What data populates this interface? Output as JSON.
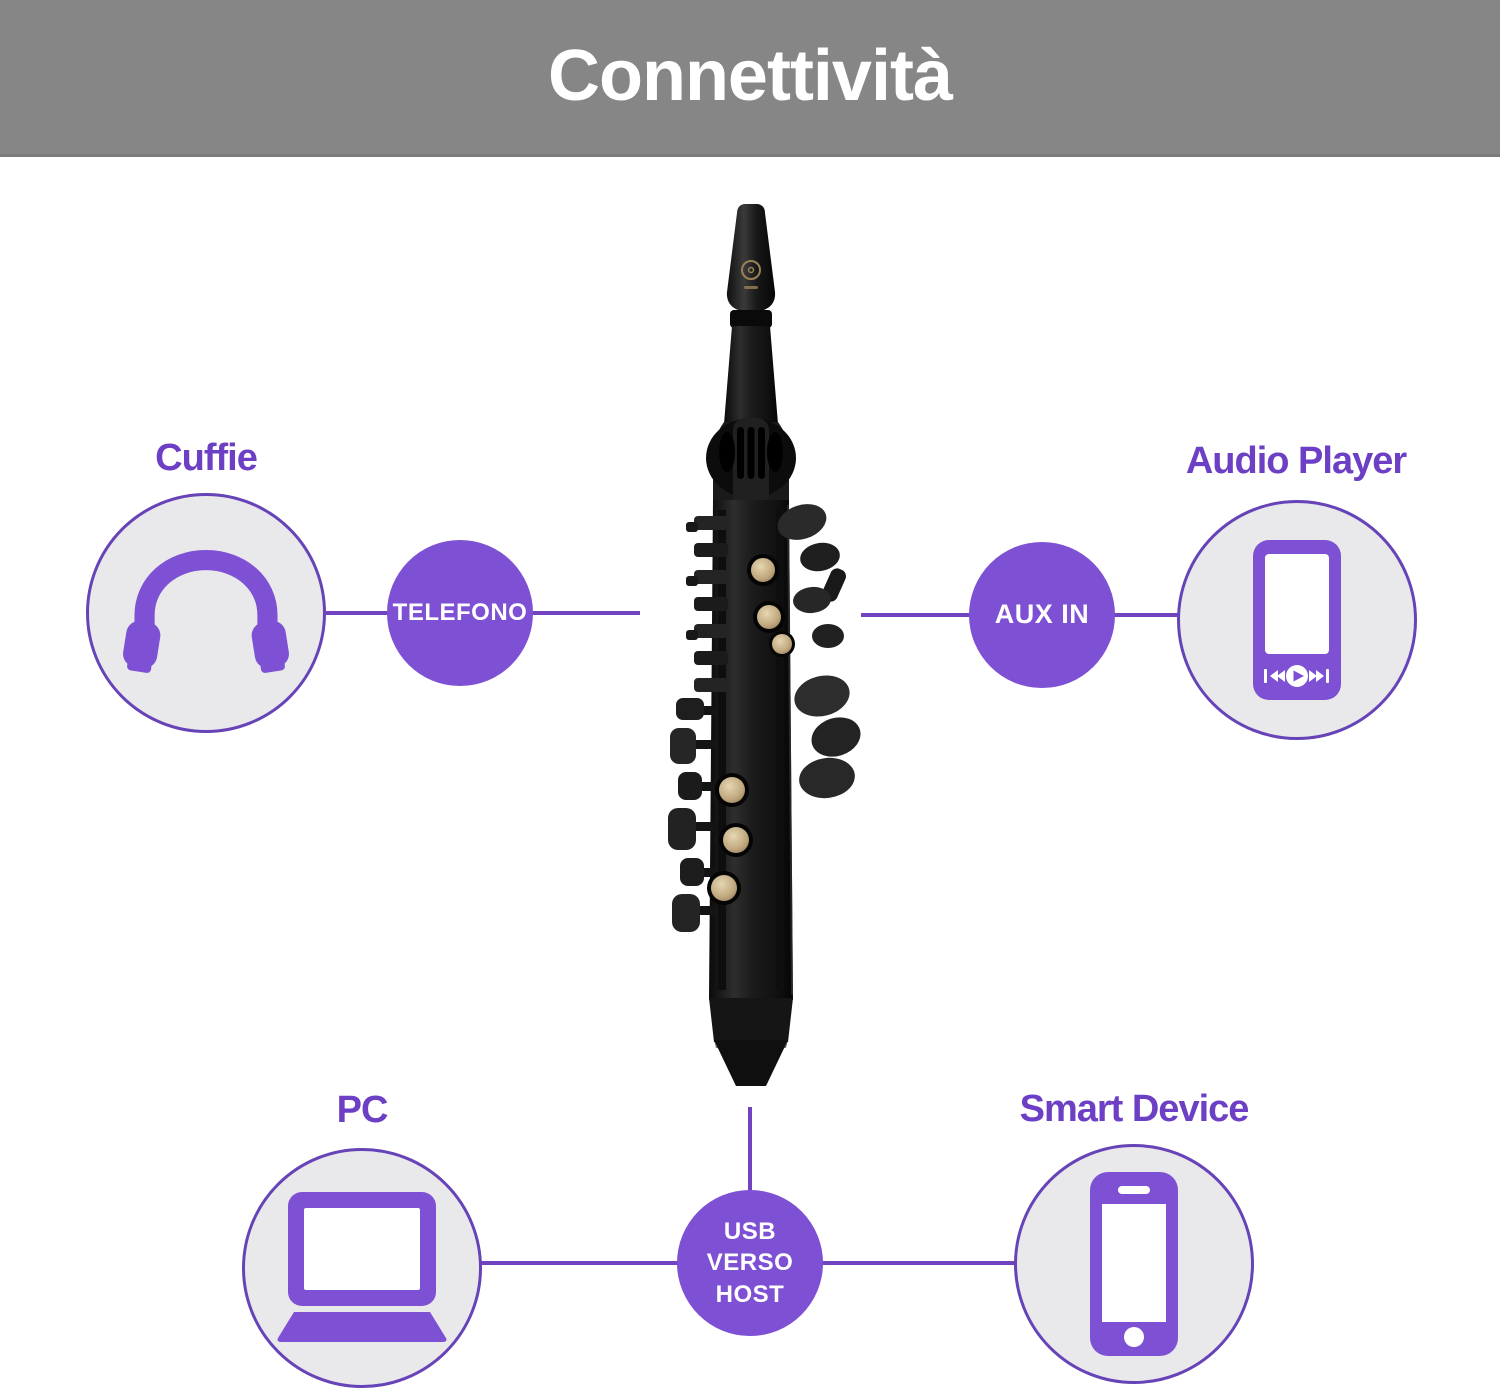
{
  "header": {
    "title": "Connettività"
  },
  "colors": {
    "header_bg": "#868686",
    "accent_purple": "#7e50d4",
    "circle_border_purple": "#6743b8",
    "label_text_purple": "#6c3fc4",
    "connector_line_purple": "#7243c0",
    "node_circle_fill": "#e9e8ea",
    "chip_text": "#ffffff",
    "gold_key": "#bfa87e"
  },
  "nodes": {
    "cuffie": {
      "label": "Cuffie",
      "icon": "headphones-icon"
    },
    "audio_player": {
      "label": "Audio Player",
      "icon": "audio-player-icon"
    },
    "pc": {
      "label": "PC",
      "icon": "laptop-icon"
    },
    "smart_device": {
      "label": "Smart Device",
      "icon": "smartphone-icon"
    }
  },
  "connectors": {
    "telefono": {
      "label": "TELEFONO"
    },
    "aux_in": {
      "label": "AUX IN"
    },
    "usb_to_host": {
      "line1": "USB",
      "line2": "VERSO",
      "line3": "HOST"
    }
  },
  "instrument": {
    "icon": "digital-saxophone-image"
  }
}
